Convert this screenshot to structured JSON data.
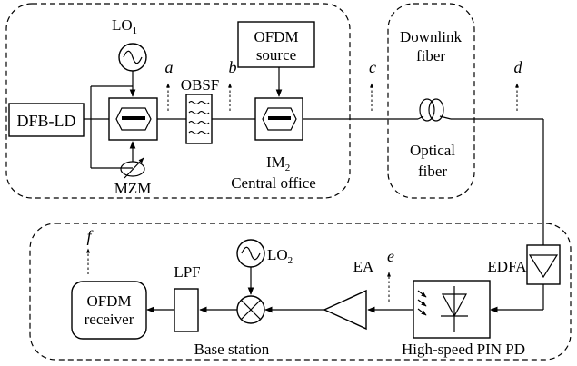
{
  "labels": {
    "lo1": "LO",
    "lo1_sub": "1",
    "lo2": "LO",
    "lo2_sub": "2",
    "obsf": "OBSF",
    "ofdm_source_line1": "OFDM",
    "ofdm_source_line2": "source",
    "dfb_ld": "DFB-LD",
    "mzm": "MZM",
    "im2": "IM",
    "im2_sub": "2",
    "central_office": "Central office",
    "downlink_fiber_line1": "Downlink",
    "downlink_fiber_line2": "fiber",
    "optical_fiber_line1": "Optical",
    "optical_fiber_line2": "fiber",
    "edfa": "EDFA",
    "ea": "EA",
    "lpf": "LPF",
    "ofdm_receiver_line1": "OFDM",
    "ofdm_receiver_line2": "receiver",
    "base_station": "Base station",
    "pin_pd": "High-speed PIN PD"
  },
  "probe_points": {
    "a": "a",
    "b": "b",
    "c": "c",
    "d": "d",
    "e": "e",
    "f": "f"
  }
}
